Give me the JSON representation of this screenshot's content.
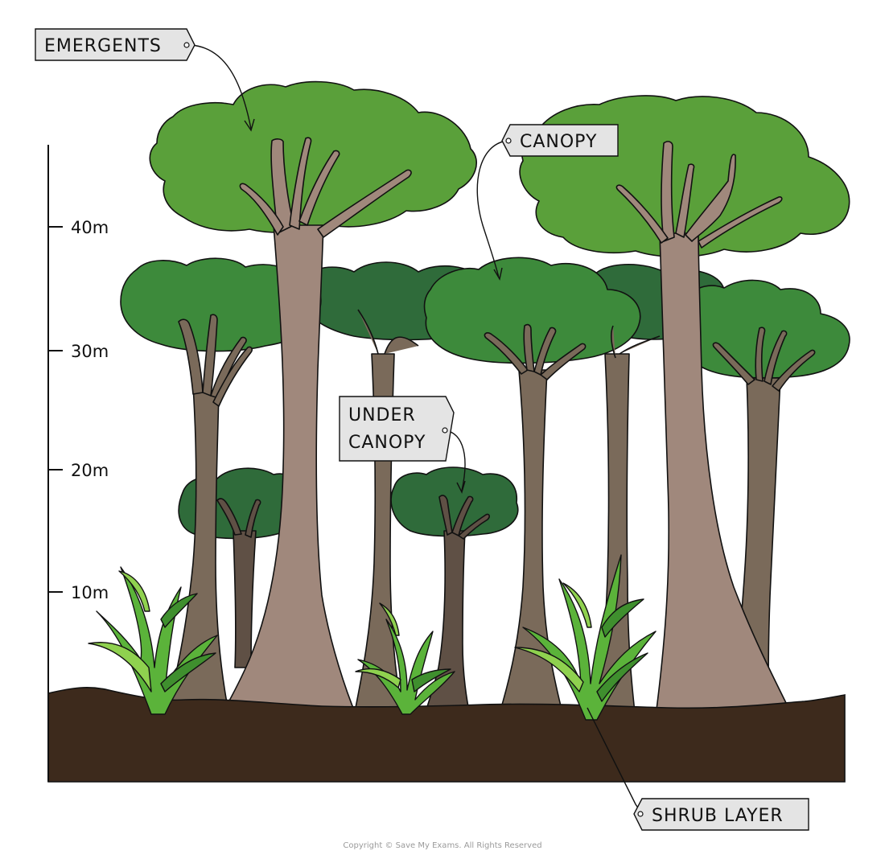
{
  "scale": {
    "ticks": [
      {
        "label": "40m"
      },
      {
        "label": "30m"
      },
      {
        "label": "20m"
      },
      {
        "label": "10m"
      }
    ]
  },
  "labels": {
    "emergents": "EMERGENTS",
    "canopy": "CANOPY",
    "under_canopy_line1": "UNDER",
    "under_canopy_line2": "CANOPY",
    "shrub_layer": "SHRUB LAYER"
  },
  "copyright": "Copyright © Save My Exams. All Rights Reserved",
  "colors": {
    "emergent_foliage": "#5aa03a",
    "canopy_foliage": "#3d8a3b",
    "back_foliage": "#2f6b3a",
    "under_canopy_foliage": "#2f6b3a",
    "emergent_trunk": "#a0887c",
    "trunk_dark": "#7a6a5a",
    "trunk_darker": "#5f5045",
    "soil": "#3d2a1c",
    "shrub_light": "#8fd14f",
    "shrub_mid": "#5bb33a",
    "shrub_dark": "#3f8f2e",
    "label_fill": "#e4e4e4"
  }
}
